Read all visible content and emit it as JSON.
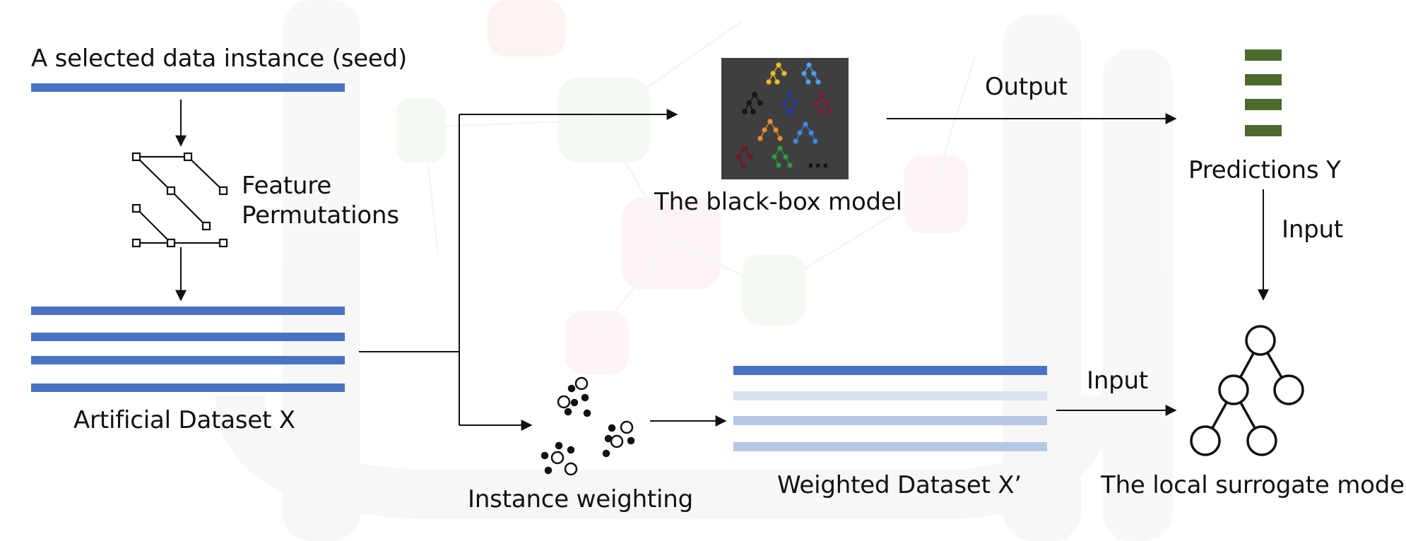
{
  "labels": {
    "seed": "A selected data instance (seed)",
    "feature_permutations_line1": "Feature",
    "feature_permutations_line2": "Permutations",
    "artificial_dataset": "Artificial Dataset X",
    "black_box_model": "The black-box model",
    "output": "Output",
    "predictions": "Predictions Y",
    "input_vertical": "Input",
    "input_horizontal": "Input",
    "instance_weighting": "Instance weighting",
    "weighted_dataset": "Weighted Dataset X’",
    "local_surrogate_model": "The local surrogate model",
    "ellipsis": "..."
  },
  "colors": {
    "data_bar": "#4a72c4",
    "weight_bar_light": "#d9e2f2",
    "weight_bar_mid": "#b6c7e6",
    "prediction_bar": "#4c6a2e",
    "black_box_bg": "#3f3f3f",
    "arrow": "#111111",
    "watermark": "#f4f4f4"
  },
  "icons": {
    "permutation": "permutation-diagram-icon",
    "black_box": "tree-ensemble-icon",
    "weighting": "weighted-points-icon",
    "surrogate": "decision-tree-icon"
  }
}
